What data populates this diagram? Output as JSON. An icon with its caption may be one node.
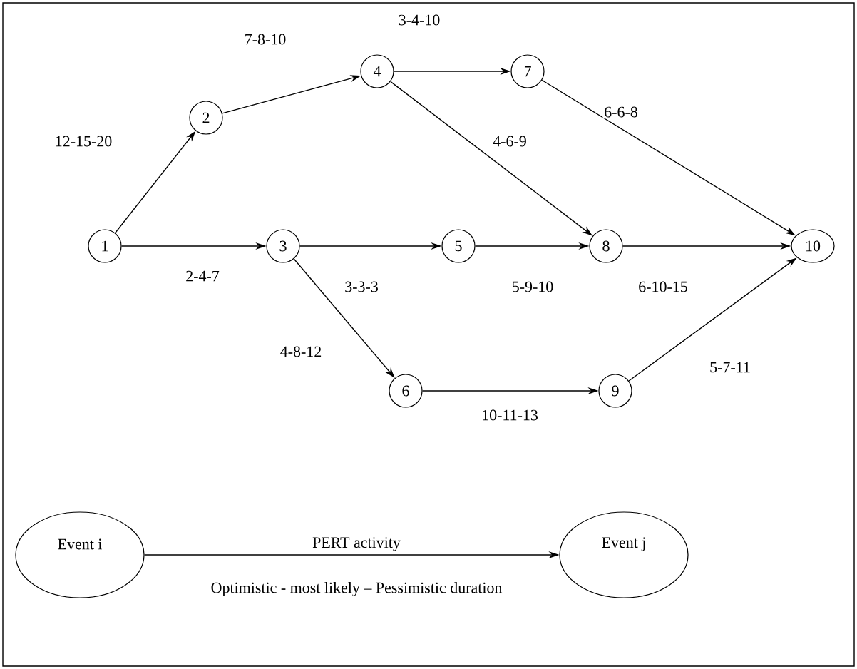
{
  "diagram": {
    "nodes": [
      {
        "text": [
          "1"
        ]
      },
      {
        "text": [
          "2"
        ]
      },
      {
        "text": [
          "3"
        ]
      },
      {
        "text": [
          "4"
        ]
      },
      {
        "text": [
          "5"
        ]
      },
      {
        "text": [
          "6"
        ]
      },
      {
        "text": [
          "7"
        ]
      },
      {
        "text": [
          "8"
        ]
      },
      {
        "text": [
          "9"
        ]
      },
      {
        "text": [
          "10"
        ]
      },
      {
        "text": [
          "Event i"
        ]
      },
      {
        "text": [
          "Event j"
        ]
      }
    ],
    "edges": [
      {
        "from": 0,
        "to": 1,
        "arrow": "to",
        "label": "12-15-20"
      },
      {
        "from": 1,
        "to": 3,
        "arrow": "to",
        "label": "7-8-10"
      },
      {
        "from": 3,
        "to": 6,
        "arrow": "to",
        "label": "3-4-10"
      },
      {
        "from": 3,
        "to": 7,
        "arrow": "to",
        "label": "4-6-9"
      },
      {
        "from": 6,
        "to": 9,
        "arrow": "to",
        "label": "6-6-8"
      },
      {
        "from": 0,
        "to": 2,
        "arrow": "to",
        "label": "2-4-7"
      },
      {
        "from": 2,
        "to": 4,
        "arrow": "to",
        "label": "3-3-3"
      },
      {
        "from": 4,
        "to": 7,
        "arrow": "to",
        "label": "5-9-10"
      },
      {
        "from": 7,
        "to": 9,
        "arrow": "to",
        "label": "6-10-15"
      },
      {
        "from": 2,
        "to": 5,
        "arrow": "to",
        "label": "4-8-12"
      },
      {
        "from": 5,
        "to": 8,
        "arrow": "to",
        "label": "10-11-13"
      },
      {
        "from": 8,
        "to": 9,
        "arrow": "to",
        "label": "5-7-11"
      },
      {
        "from": 10,
        "to": 11,
        "arrow": "to",
        "label": "PERT activity"
      }
    ],
    "labels": [
      "Optimistic - most likely – Pessimistic duration"
    ]
  }
}
